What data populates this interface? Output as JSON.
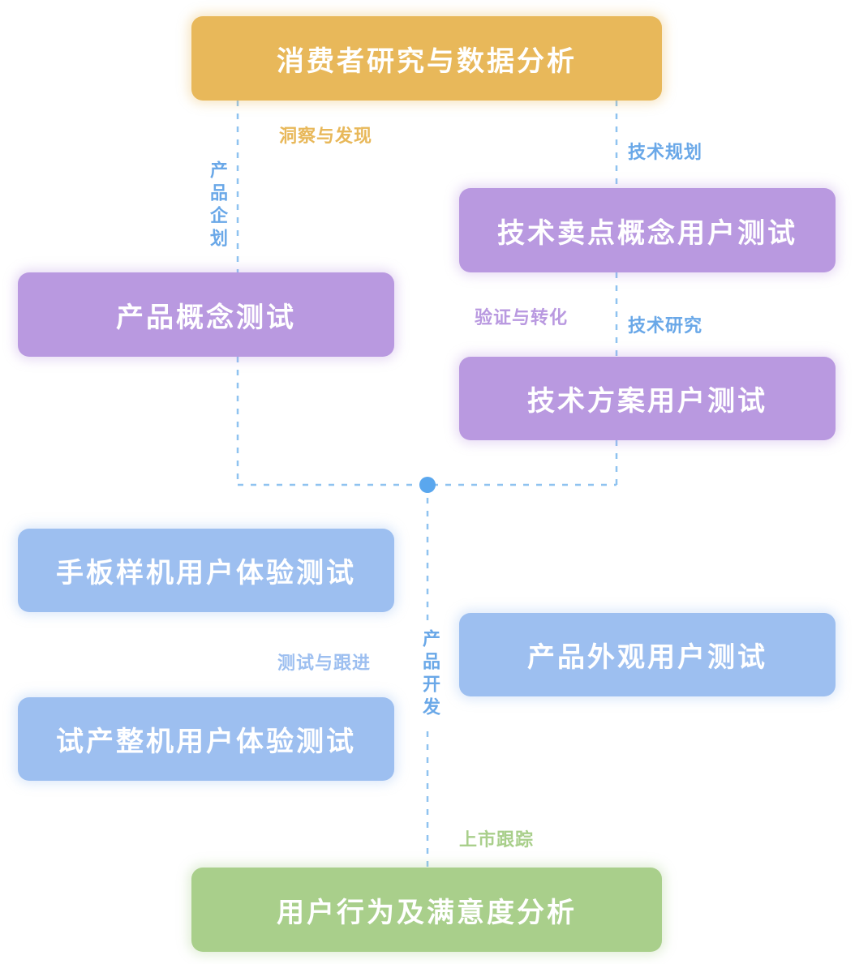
{
  "nodes": {
    "consumer_research": "消费者研究与数据分析",
    "tech_selling_point_test": "技术卖点概念用户测试",
    "product_concept_test": "产品概念测试",
    "tech_solution_test": "技术方案用户测试",
    "prototype_ux_test": "手板样机用户体验测试",
    "appearance_test": "产品外观用户测试",
    "trial_production_ux_test": "试产整机用户体验测试",
    "behavior_satisfaction_analysis": "用户行为及满意度分析"
  },
  "edge_labels": {
    "insight_discovery": "洞察与发现",
    "tech_planning": "技术规划",
    "product_planning": "产品企划",
    "validation_conversion": "验证与转化",
    "tech_research": "技术研究",
    "testing_followup": "测试与跟进",
    "product_development": "产品开发",
    "market_tracking": "上市跟踪"
  },
  "colors": {
    "gold": "#e8b85a",
    "purple": "#b999e0",
    "blue": "#9dbff0",
    "green": "#a9cf8b",
    "connector": "#8fc3f0",
    "junction": "#5aa7ee"
  }
}
